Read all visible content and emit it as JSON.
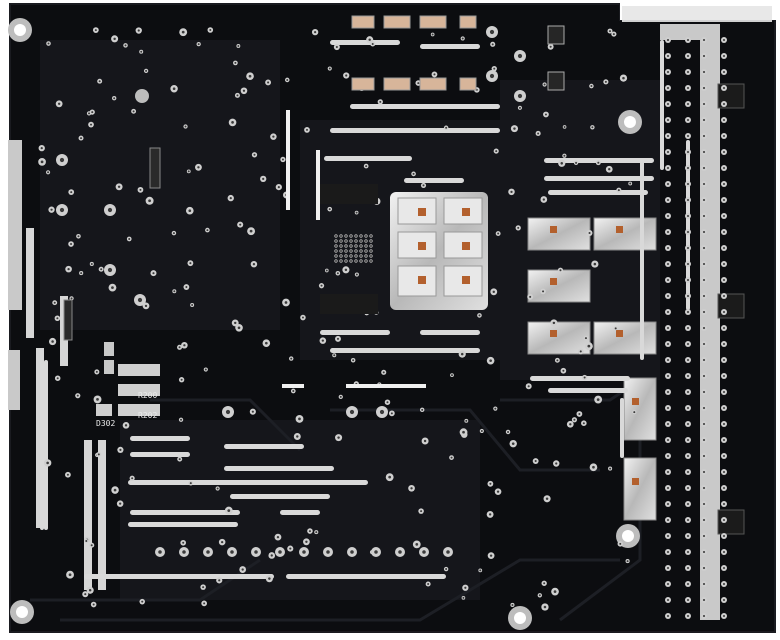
{
  "photo": {
    "subject": "pcb-solder-side",
    "colors": {
      "background": "#ffffff",
      "board": "#0c0d10",
      "board_edge": "#1a1b20",
      "trace": "#17181d",
      "pad": "#d9d9d9",
      "pad_dark": "#9a9a9a",
      "solder": "#c8c8c8",
      "copper": "#b3602d",
      "component": "#1b1b1b"
    }
  },
  "silkscreen": {
    "r1": "R200",
    "r2": "R202",
    "c1": "D302"
  }
}
